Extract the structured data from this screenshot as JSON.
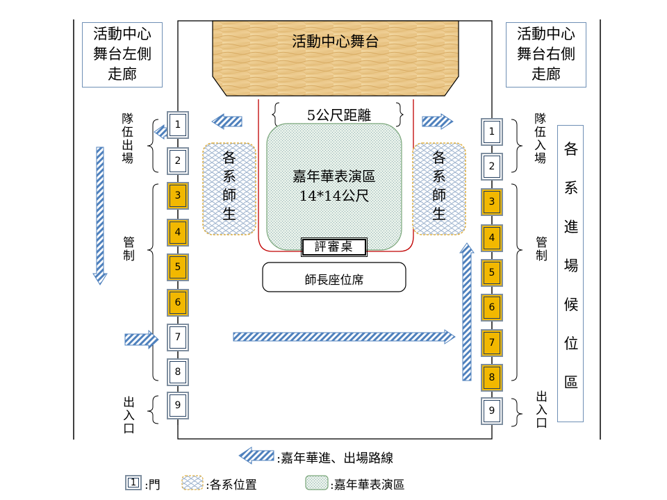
{
  "stage": {
    "label": "活動中心舞台",
    "distance_label": "5公尺距離"
  },
  "left_corridor": "活動中心\n舞台左側\n走廊",
  "right_corridor": "活動中心\n舞台右側\n走廊",
  "performance_area": {
    "line1": "嘉年華表演區",
    "line2": "14*14公尺"
  },
  "judges_table": "評審桌",
  "teacher_seats": "師長座位席",
  "dept_teachers": "各系師生",
  "labels": {
    "team_exit": "隊伍出場",
    "team_enter": "隊伍入場",
    "control": "管制",
    "entrance_exit": "出入口",
    "waiting_area": "各系進場候位區"
  },
  "left_doors": [
    "1",
    "2",
    "3",
    "4",
    "5",
    "6",
    "7",
    "8",
    "9"
  ],
  "right_doors": [
    "1",
    "2",
    "3",
    "4",
    "5",
    "6",
    "7",
    "8",
    "9"
  ],
  "left_door_gold": [
    false,
    false,
    true,
    true,
    true,
    true,
    false,
    false,
    false
  ],
  "right_door_gold": [
    false,
    false,
    true,
    true,
    true,
    true,
    true,
    true,
    false
  ],
  "legend": {
    "route": ":嘉年華進、出場路線",
    "door_number": "1",
    "door": ":門",
    "dept_position": ":各系位置",
    "performance_area": ":嘉年華表演區"
  },
  "colors": {
    "gold": "#f2b800",
    "arrow_blue": "#4f81bd",
    "box_border": "#6e8fb5",
    "red_line": "#c00000"
  }
}
